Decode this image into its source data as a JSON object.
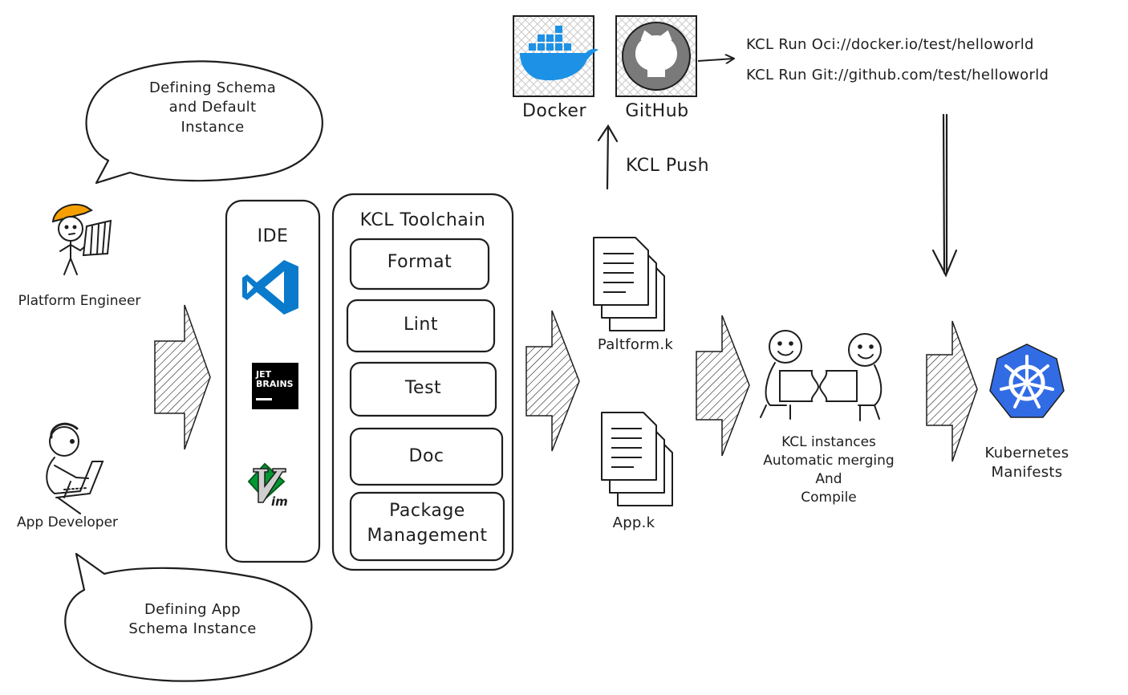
{
  "bubbles": {
    "platform": [
      "Defining Schema",
      "and Default",
      "Instance"
    ],
    "app": [
      "Defining App",
      "Schema Instance"
    ]
  },
  "actors": {
    "platform_engineer": "Platform Engineer",
    "app_developer": "App Developer"
  },
  "ide": {
    "title": "IDE",
    "jetbrains_logo_text": [
      "JET",
      "BRAINS"
    ],
    "icons": [
      "vscode-icon",
      "jetbrains-icon",
      "vim-icon"
    ]
  },
  "toolchain": {
    "title": "KCL Toolchain",
    "items": [
      "Format",
      "Lint",
      "Test",
      "Doc",
      "Package\nManagement"
    ]
  },
  "registry": {
    "docker": "Docker",
    "github": "GitHub",
    "push_label": "KCL Push",
    "commands": [
      "KCL Run Oci://docker.io/test/helloworld",
      "KCL Run Git://github.com/test/helloworld"
    ]
  },
  "files": {
    "platform": "Paltform.k",
    "app": "App.k"
  },
  "merge": {
    "lines": [
      "KCL instances",
      "Automatic merging",
      "And",
      "Compile"
    ]
  },
  "output": {
    "lines": [
      "Kubernetes",
      "Manifests"
    ]
  },
  "colors": {
    "stroke": "#1e1e1e",
    "vscode_blue": "#0a7acc",
    "docker_blue": "#1d91e6",
    "github_gray": "#7a7a7a",
    "k8s_blue": "#326ce5",
    "hardhat_orange": "#f5a000",
    "vim_green": "#019833"
  }
}
